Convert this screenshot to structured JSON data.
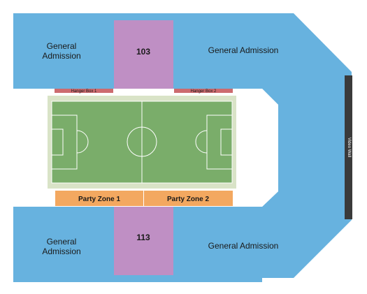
{
  "colors": {
    "general_admission": "#67b2df",
    "numbered_section": "#bf8fc4",
    "hanger_box": "#cc6b6f",
    "party_zone": "#f3a860",
    "field_border": "#d9e3c7",
    "field": "#7aad6a",
    "field_lines": "#ffffff",
    "video_wall": "#3a3a3a",
    "floor": "#ffffff"
  },
  "sections": {
    "ga_top_left": {
      "line1": "General",
      "line2": "Admission"
    },
    "sec_103": {
      "label": "103"
    },
    "ga_top_right": {
      "label": "General Admission"
    },
    "hanger_box_1": {
      "label": "Hanger Box 1"
    },
    "hanger_box_2": {
      "label": "Hanger Box 2"
    },
    "party_zone_1": {
      "label": "Party Zone 1"
    },
    "party_zone_2": {
      "label": "Party Zone 2"
    },
    "ga_bottom_left": {
      "line1": "General",
      "line2": "Admission"
    },
    "sec_113": {
      "label": "113"
    },
    "ga_bottom_right": {
      "label": "General Admission"
    },
    "video_wall": {
      "label": "Video Wall"
    }
  }
}
